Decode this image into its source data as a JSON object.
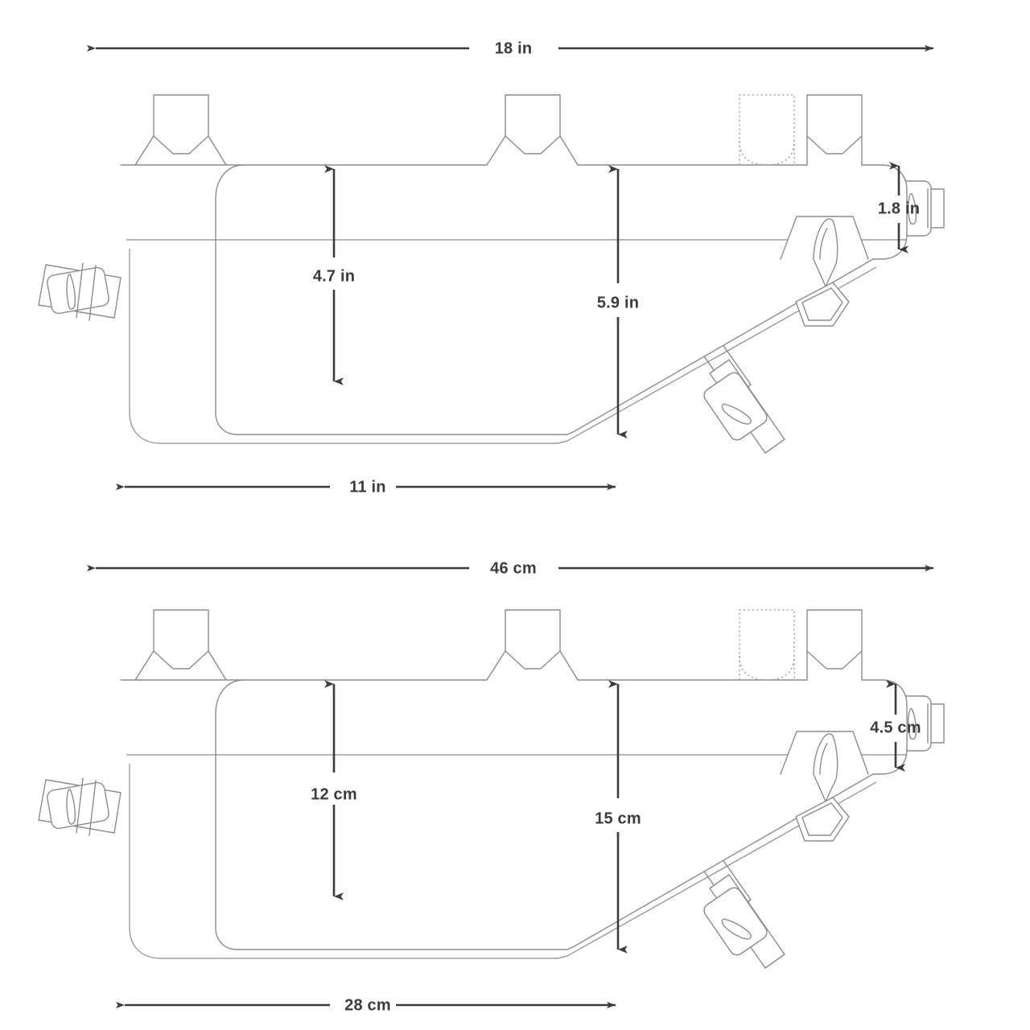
{
  "document": {
    "type": "technical-dimension-drawing",
    "subject": "bicycle frame bag",
    "background_color": "#ffffff",
    "outline_color": "#8c8c8c",
    "dimension_color": "#3c3c3c",
    "views": 2
  },
  "imperial_view": {
    "label": "imperial-dimensions-view",
    "unit": "in",
    "dimensions": {
      "overall_length": "18 in",
      "front_height": "4.7 in",
      "mid_height": "5.9 in",
      "rear_height": "1.8 in",
      "bottom_length": "11 in"
    }
  },
  "metric_view": {
    "label": "metric-dimensions-view",
    "unit": "cm",
    "dimensions": {
      "overall_length": "46 cm",
      "front_height": "12 cm",
      "mid_height": "15 cm",
      "rear_height": "4.5 cm",
      "bottom_length": "28 cm"
    }
  }
}
